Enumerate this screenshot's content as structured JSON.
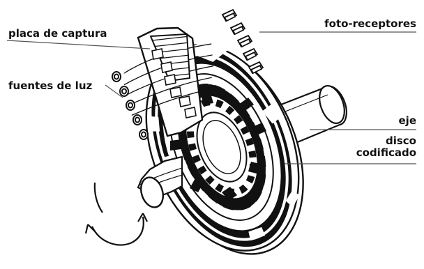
{
  "labels": {
    "photoreceptors": "foto-receptores",
    "capture_plate": "placa de captura",
    "light_sources": "fuentes de luz",
    "axis": "eje",
    "disk_line1": "disco",
    "disk_line2": "codificado"
  },
  "colors": {
    "ink": "#111111",
    "paper": "#ffffff",
    "leader": "#555555"
  }
}
